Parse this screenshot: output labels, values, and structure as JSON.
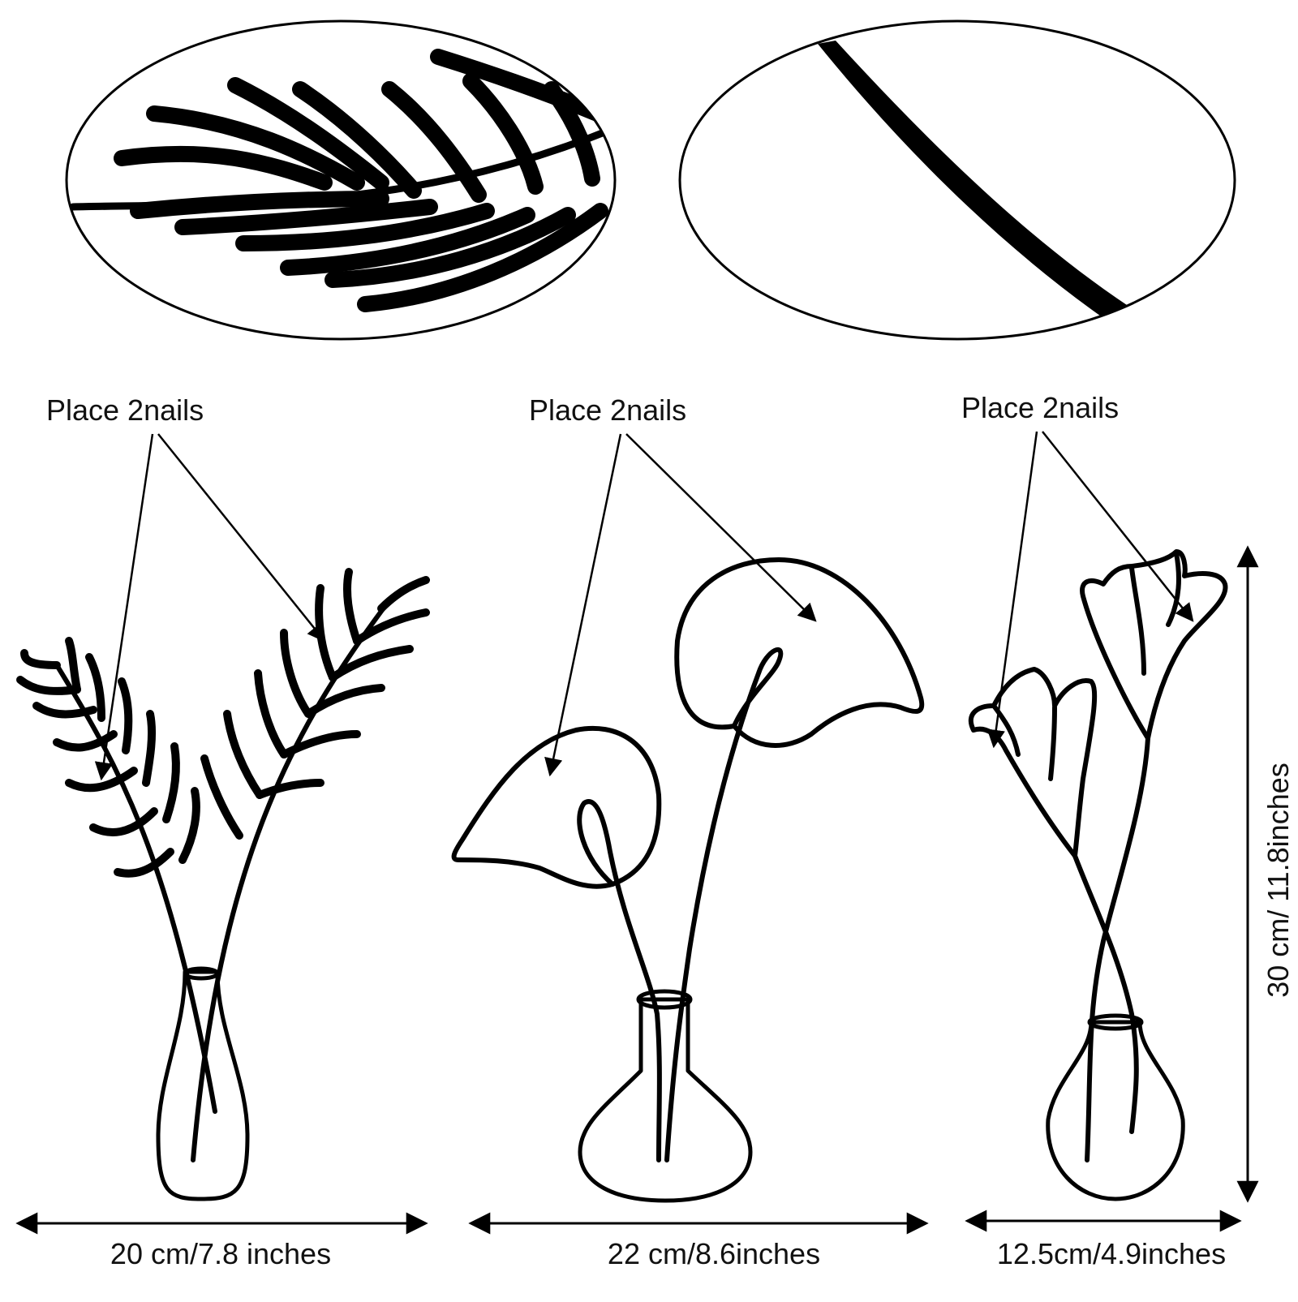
{
  "colors": {
    "ink": "#000000",
    "background": "#ffffff"
  },
  "callouts": [
    {
      "label": "Place 2nails"
    },
    {
      "label": "Place 2nails"
    },
    {
      "label": "Place 2nails"
    }
  ],
  "dimensions": {
    "width_palm": "20 cm/7.8 inches",
    "width_calla": "22 cm/8.6inches",
    "width_tulip": "12.5cm/4.9inches",
    "height": "30 cm/ 11.8inches"
  },
  "details": [
    {
      "icon": "palm-leaf-closeup-icon"
    },
    {
      "icon": "metal-rod-closeup-icon"
    }
  ],
  "products": [
    {
      "icon": "palm-in-vase-icon"
    },
    {
      "icon": "calla-lily-in-vase-icon"
    },
    {
      "icon": "tulip-in-vase-icon"
    }
  ]
}
